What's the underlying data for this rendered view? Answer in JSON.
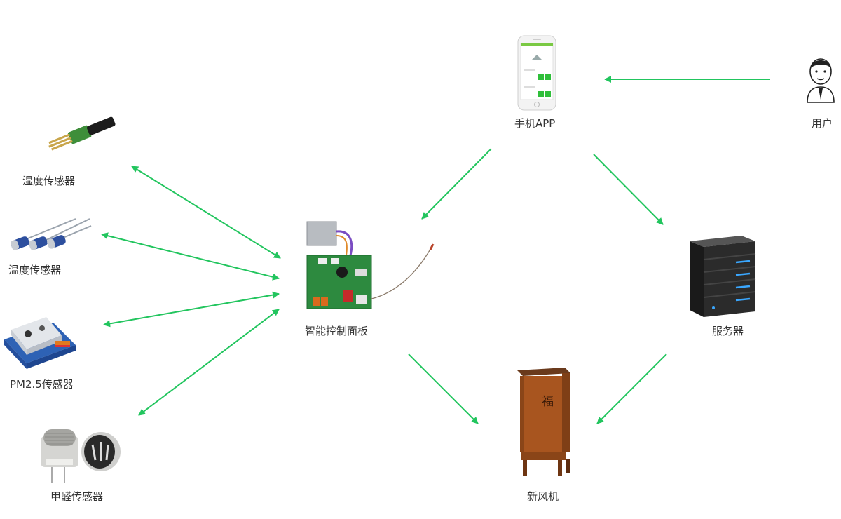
{
  "colors": {
    "arrow": "#22c55e",
    "label": "#333333"
  },
  "nodes": {
    "humidity_sensor": {
      "label": "湿度传感器",
      "icon": "humidity-sensor-icon"
    },
    "temperature_sensor": {
      "label": "温度传感器",
      "icon": "temperature-sensor-icon"
    },
    "pm25_sensor": {
      "label": "PM2.5传感器",
      "icon": "pm25-sensor-icon"
    },
    "formaldehyde_sensor": {
      "label": "甲醛传感器",
      "icon": "formaldehyde-sensor-icon"
    },
    "control_panel": {
      "label": "智能控制面板",
      "icon": "circuit-board-icon"
    },
    "mobile_app": {
      "label": "手机APP",
      "icon": "smartphone-icon"
    },
    "user": {
      "label": "用户",
      "icon": "user-icon"
    },
    "server": {
      "label": "服务器",
      "icon": "server-icon"
    },
    "fresh_air_unit": {
      "label": "新风机",
      "icon": "fresh-air-unit-icon",
      "glyph": "福"
    }
  },
  "edges": [
    {
      "from": "control_panel",
      "to": "humidity_sensor",
      "direction": "both"
    },
    {
      "from": "control_panel",
      "to": "temperature_sensor",
      "direction": "both"
    },
    {
      "from": "control_panel",
      "to": "pm25_sensor",
      "direction": "both"
    },
    {
      "from": "control_panel",
      "to": "formaldehyde_sensor",
      "direction": "both"
    },
    {
      "from": "user",
      "to": "mobile_app",
      "direction": "forward"
    },
    {
      "from": "mobile_app",
      "to": "control_panel",
      "direction": "forward"
    },
    {
      "from": "mobile_app",
      "to": "server",
      "direction": "forward"
    },
    {
      "from": "control_panel",
      "to": "fresh_air_unit",
      "direction": "forward"
    },
    {
      "from": "server",
      "to": "fresh_air_unit",
      "direction": "forward"
    }
  ]
}
